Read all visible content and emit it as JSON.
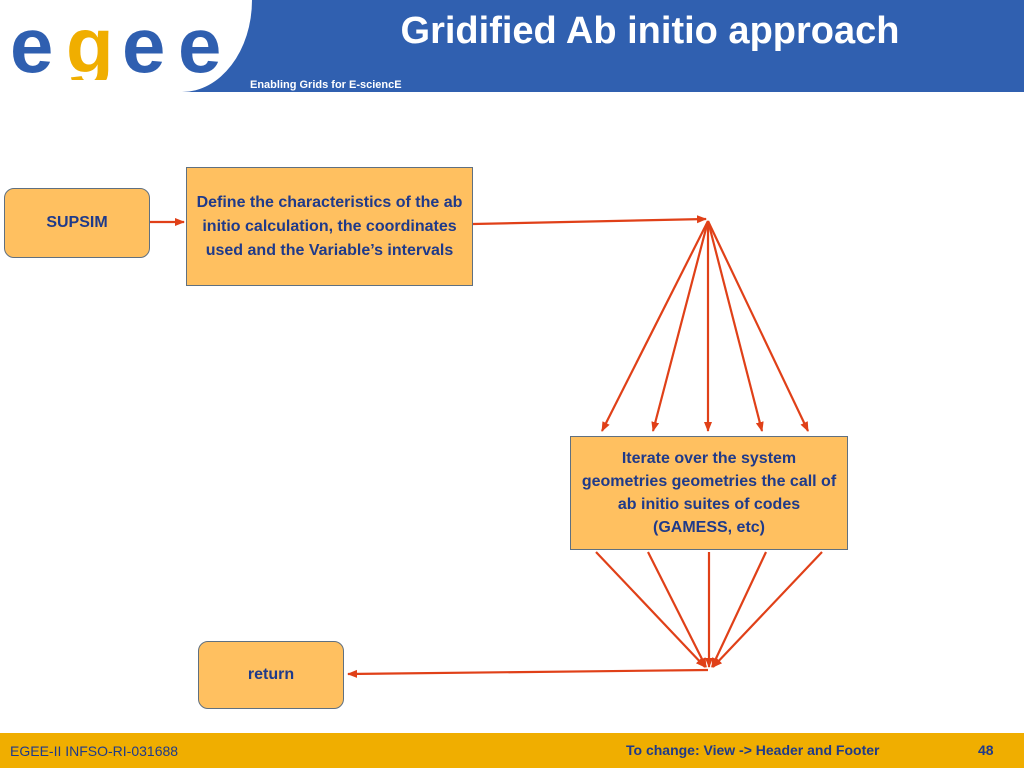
{
  "header": {
    "logo_text": "egee",
    "title": "Gridified Ab initio approach",
    "tagline": "Enabling Grids for E-sciencE"
  },
  "diagram": {
    "supsim_label": "SUPSIM",
    "define_label": "Define the characteristics of the ab initio calculation, the coordinates used and the Variable’s intervals",
    "iterate_label": "Iterate over  the system geometries geometries the call of ab initio suites of codes (GAMESS, etc)",
    "return_label": "return",
    "arrow_color": "#e04018"
  },
  "footer": {
    "left_text": "EGEE-II INFSO-RI-031688",
    "center_text": "To change: View -> Header and Footer",
    "page_number": "48"
  },
  "colors": {
    "header_blue": "#3060b0",
    "box_fill": "#ffc060",
    "text_blue": "#1f3a8a",
    "footer_orange": "#f0ae00"
  }
}
